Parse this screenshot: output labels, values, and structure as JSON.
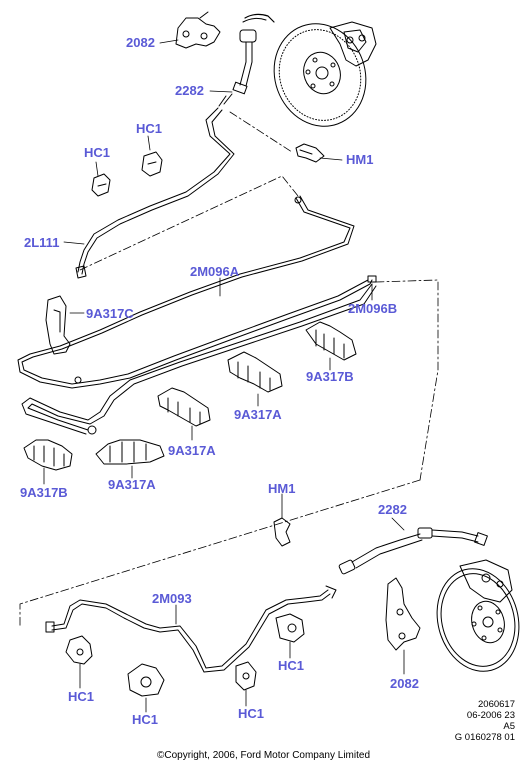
{
  "callouts": {
    "c2082_top": "2082",
    "c2282_top": "2282",
    "hc1_top_right": "HC1",
    "hc1_top_left": "HC1",
    "hm1_top": "HM1",
    "c2l111": "2L111",
    "c2m096a": "2M096A",
    "c9a317c": "9A317C",
    "c2m096b": "2M096B",
    "c9a317b_right": "9A317B",
    "c9a317a_mid": "9A317A",
    "c9a317a_left": "9A317A",
    "c9a317b_left": "9A317B",
    "c9a317a_bottom": "9A317A",
    "hm1_bottom": "HM1",
    "c2282_bottom": "2282",
    "c2m093": "2M093",
    "hc1_bottom_a": "HC1",
    "hc1_bottom_b": "HC1",
    "hc1_bottom_c": "HC1",
    "hc1_bottom_d": "HC1",
    "c2082_bottom": "2082"
  },
  "meta": {
    "line1": "2060617",
    "line2": "06-2006 23",
    "line3": "A5",
    "line4": "G 0160278 01"
  },
  "copyright": "©Copyright, 2006, Ford Motor Company Limited",
  "colors": {
    "callout": "#5a5ad6",
    "line": "#000000"
  }
}
